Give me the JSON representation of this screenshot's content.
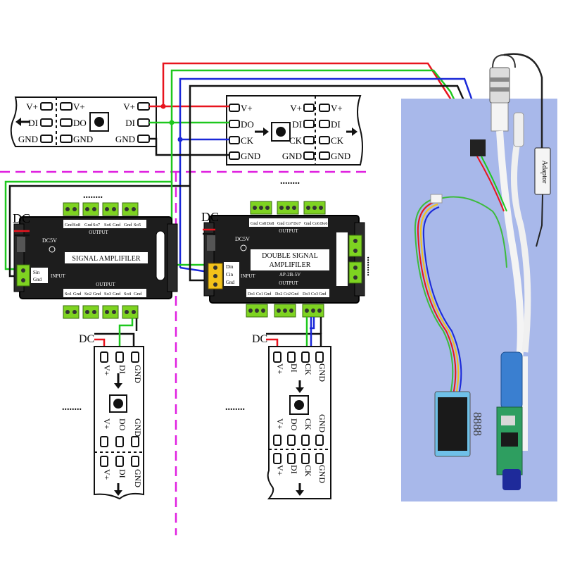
{
  "strip_top_left": {
    "left_pins": [
      "V+",
      "DI",
      "GND"
    ],
    "mid_pins": [
      "V+",
      "DO",
      "GND"
    ],
    "right_pins": [
      "V+",
      "DI",
      "GND"
    ]
  },
  "strip_top_right": {
    "left_pins": [
      "V+",
      "DO",
      "CK",
      "GND"
    ],
    "right_pins_a": [
      "V+",
      "DI",
      "CK",
      "GND"
    ],
    "right_pins_b": [
      "V+",
      "DI",
      "CK",
      "GND"
    ]
  },
  "amp1": {
    "label": "SIGNAL AMPLIFILER",
    "dc_label": "DC5V",
    "input_label": "INPUT",
    "input_pins": [
      "Sin",
      "Gnd"
    ],
    "output_label": "OUTPUT",
    "top_terminals": [
      "Gnd",
      "So8",
      "Gnd",
      "So7",
      "So6",
      "Gnd",
      "Gnd",
      "So5"
    ],
    "bottom_terminals": [
      "So1",
      "Gnd",
      "So2",
      "Gnd",
      "So3",
      "Gnd",
      "So4",
      "Gnd"
    ]
  },
  "amp2": {
    "label1": "DOUBLE SIGNAL",
    "label2": "AMPLIFILER",
    "model": "AP-2B-5V",
    "dc_label": "DC5V",
    "input_label": "INPUT",
    "input_pins": [
      "Din",
      "Cin",
      "Gnd"
    ],
    "output_label": "OUTPUT",
    "top_terminals": [
      "Gnd",
      "Co8",
      "Do8",
      "Gnd",
      "Co7",
      "Do7",
      "Gnd",
      "Co6",
      "Do6"
    ],
    "bottom_terminals": [
      "Do1",
      "Co1",
      "Gnd",
      "Do2",
      "Co2",
      "Gnd",
      "Do3",
      "Co3",
      "Gnd"
    ]
  },
  "dc_label": "DC",
  "ellipsis": "........",
  "strip_bottom_left": {
    "top_pins": [
      "V+",
      "DI",
      "GND"
    ],
    "mid_pins": [
      "V+",
      "DO",
      "GND"
    ],
    "bottom_pins": [
      "V+",
      "DI",
      "GND"
    ]
  },
  "strip_bottom_right": {
    "top_pins": [
      "V+",
      "DI",
      "CK",
      "GND"
    ],
    "mid_pins": [
      "V+",
      "DO",
      "CK",
      "GND"
    ],
    "bottom_pins": [
      "V+",
      "DI",
      "CK",
      "GND"
    ]
  },
  "photo": {
    "adaptor_label": "Adaptor",
    "display_digits": "8888"
  },
  "colors": {
    "red_wire": "#e8141e",
    "green_wire": "#1ec81e",
    "blue_wire": "#1a28d8",
    "black_wire": "#111111",
    "dashed_divider": "#e020e0",
    "amplifier_body": "#202020",
    "terminal_green": "#7ed321",
    "photo_background": "#a8b8ea"
  }
}
